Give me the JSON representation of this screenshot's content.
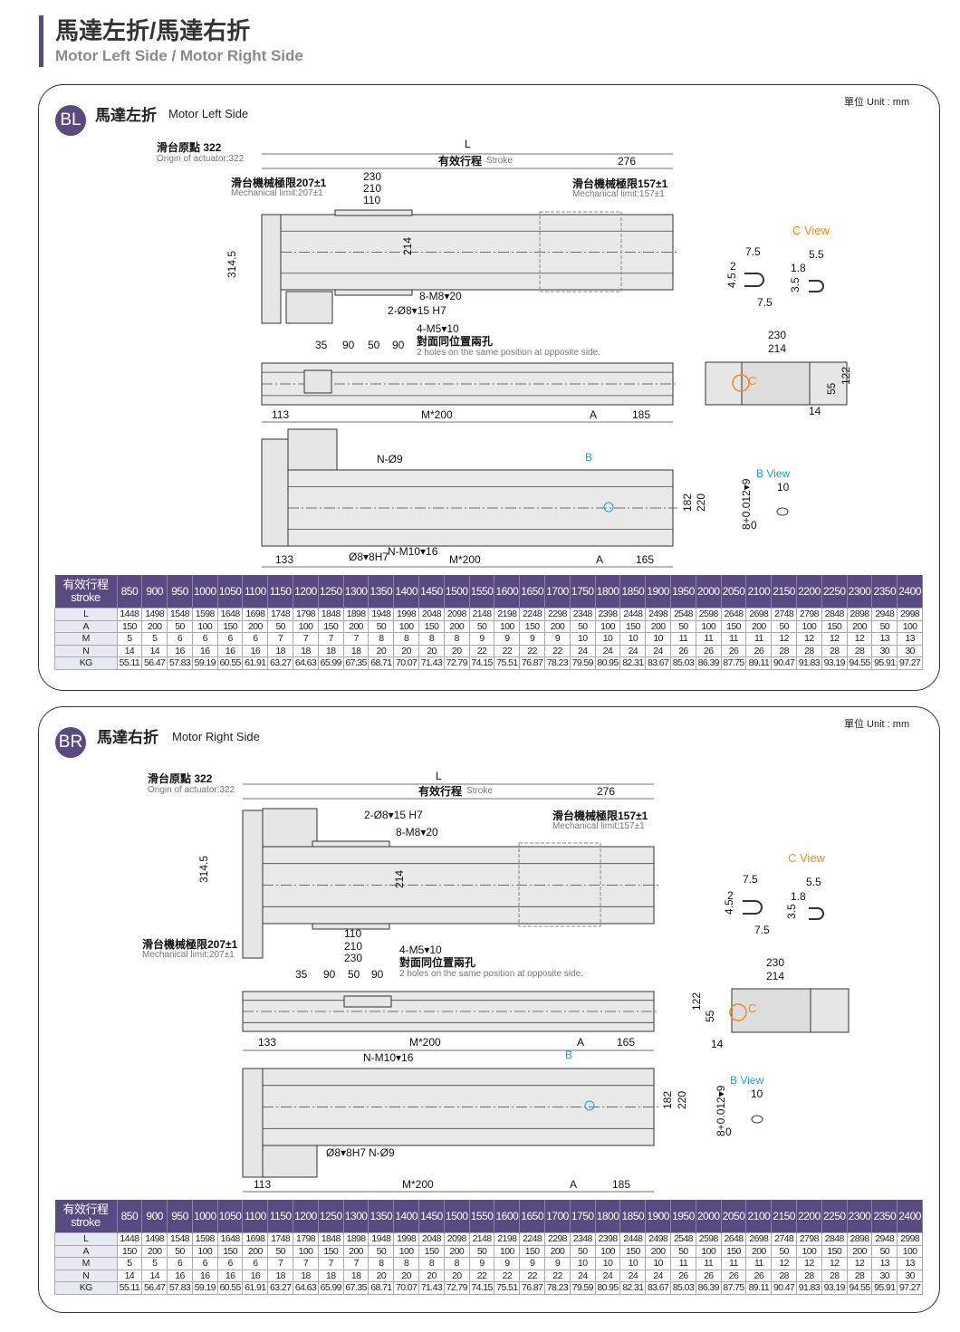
{
  "page": {
    "title": "馬達左折/馬達右折",
    "subtitle": "Motor Left Side / Motor Right Side"
  },
  "colors": {
    "accent": "#5a4a82",
    "c_view": "#f08a1c",
    "b_view": "#1aa0e0"
  },
  "sections": [
    {
      "badge": "BL",
      "title": "馬達左折",
      "subtitle": "Motor Left Side",
      "unit": "單位 Unit : mm",
      "labels": {
        "origin_zh": "滑台原點 322",
        "origin_en": "Origin of actuator:322",
        "L": "L",
        "stroke_zh": "有效行程",
        "stroke_en": "Stroke",
        "d276": "276",
        "mech_left_zh": "滑台機械極限207±1",
        "mech_left_en": "Mechanical limit:207±1",
        "mech_right_zh": "滑台機械極限157±1",
        "mech_right_en": "Mechanical limit:157±1",
        "d230": "230",
        "d210": "210",
        "d110": "110",
        "d314": "314.5",
        "d214": "214",
        "m8": "8-M8▾20",
        "pin": "2-Ø8▾15 H7",
        "m5": "4-M5▾10",
        "opp_zh": "對面同位置兩孔",
        "opp_en": "2 holes on the same position at opposite side.",
        "s35": "35",
        "s90a": "90",
        "s50": "50",
        "s90b": "90",
        "t113": "113",
        "tM200": "M*200",
        "tA": "A",
        "t185": "185",
        "n9": "N-Ø9",
        "B": "B",
        "o8": "Ø8▾8H7",
        "m10": "N-M10▾16",
        "b133": "133",
        "bM200": "M*200",
        "bA": "A",
        "b165": "165",
        "h182": "182",
        "h220": "220",
        "cview": "C View",
        "c75a": "7.5",
        "c2": "2",
        "c45": "4.5",
        "c75b": "7.5",
        "c55": "5.5",
        "c18": "1.8",
        "c35": "3.5",
        "e230": "230",
        "e214": "214",
        "eC": "C",
        "e122": "122",
        "e55": "55",
        "e14": "14",
        "bview": "B View",
        "b10": "10",
        "btol": "8+0.012▾9",
        "btol0": "0"
      }
    },
    {
      "badge": "BR",
      "title": "馬達右折",
      "subtitle": "Motor Right Side",
      "unit": "單位 Unit : mm",
      "labels": {
        "origin_zh": "滑台原點 322",
        "origin_en": "Origin of actuator:322",
        "L": "L",
        "stroke_zh": "有效行程",
        "stroke_en": "Stroke",
        "d276": "276",
        "mech_left_zh": "滑台機械極限207±1",
        "mech_left_en": "Mechanical limit:207±1",
        "mech_right_zh": "滑台機械極限157±1",
        "mech_right_en": "Mechanical limit:157±1",
        "d230": "230",
        "d210": "210",
        "d110": "110",
        "d314": "314.5",
        "d214": "214",
        "m8": "8-M8▾20",
        "pin": "2-Ø8▾15 H7",
        "m5": "4-M5▾10",
        "opp_zh": "對面同位置兩孔",
        "opp_en": "2 holes on the same position at opposite side.",
        "s35": "35",
        "s90a": "90",
        "s50": "50",
        "s90b": "90",
        "t113": "133",
        "tM200": "M*200",
        "tA": "A",
        "t185": "165",
        "n9": "N-M10▾16",
        "B": "B",
        "o8": "Ø8▾8H7",
        "m10": "N-Ø9",
        "b133": "113",
        "bM200": "M*200",
        "bA": "A",
        "b165": "185",
        "h182": "182",
        "h220": "220",
        "cview": "C View",
        "c75a": "7.5",
        "c2": "2",
        "c45": "4.5",
        "c75b": "7.5",
        "c55": "5.5",
        "c18": "1.8",
        "c35": "3.5",
        "e230": "230",
        "e214": "214",
        "eC": "C",
        "e122": "122",
        "e55": "55",
        "e14": "14",
        "bview": "B View",
        "b10": "10",
        "btol": "8+0.012▾9",
        "btol0": "0"
      }
    }
  ],
  "spec_table": {
    "header_zh": "有效行程",
    "header_en": "stroke",
    "strokes": [
      "850",
      "900",
      "950",
      "1000",
      "1050",
      "1100",
      "1150",
      "1200",
      "1250",
      "1300",
      "1350",
      "1400",
      "1450",
      "1500",
      "1550",
      "1600",
      "1650",
      "1700",
      "1750",
      "1800",
      "1850",
      "1900",
      "1950",
      "2000",
      "2050",
      "2100",
      "2150",
      "2200",
      "2250",
      "2300",
      "2350",
      "2400"
    ],
    "rows": [
      {
        "label": "L",
        "values": [
          "1448",
          "1498",
          "1548",
          "1598",
          "1648",
          "1698",
          "1748",
          "1798",
          "1848",
          "1898",
          "1948",
          "1998",
          "2048",
          "2098",
          "2148",
          "2198",
          "2248",
          "2298",
          "2348",
          "2398",
          "2448",
          "2498",
          "2548",
          "2598",
          "2648",
          "2698",
          "2748",
          "2798",
          "2848",
          "2898",
          "2948",
          "2998"
        ]
      },
      {
        "label": "A",
        "values": [
          "150",
          "200",
          "50",
          "100",
          "150",
          "200",
          "50",
          "100",
          "150",
          "200",
          "50",
          "100",
          "150",
          "200",
          "50",
          "100",
          "150",
          "200",
          "50",
          "100",
          "150",
          "200",
          "50",
          "100",
          "150",
          "200",
          "50",
          "100",
          "150",
          "200",
          "50",
          "100"
        ]
      },
      {
        "label": "M",
        "values": [
          "5",
          "5",
          "6",
          "6",
          "6",
          "6",
          "7",
          "7",
          "7",
          "7",
          "8",
          "8",
          "8",
          "8",
          "9",
          "9",
          "9",
          "9",
          "10",
          "10",
          "10",
          "10",
          "11",
          "11",
          "11",
          "11",
          "12",
          "12",
          "12",
          "12",
          "13",
          "13"
        ]
      },
      {
        "label": "N",
        "values": [
          "14",
          "14",
          "16",
          "16",
          "16",
          "16",
          "18",
          "18",
          "18",
          "18",
          "20",
          "20",
          "20",
          "20",
          "22",
          "22",
          "22",
          "22",
          "24",
          "24",
          "24",
          "24",
          "26",
          "26",
          "26",
          "26",
          "28",
          "28",
          "28",
          "28",
          "30",
          "30"
        ]
      },
      {
        "label": "KG",
        "values": [
          "55.11",
          "56.47",
          "57.83",
          "59.19",
          "60.55",
          "61.91",
          "63.27",
          "64.63",
          "65.99",
          "67.35",
          "68.71",
          "70.07",
          "71.43",
          "72.79",
          "74.15",
          "75.51",
          "76.87",
          "78.23",
          "79.59",
          "80.95",
          "82.31",
          "83.67",
          "85.03",
          "86.39",
          "87.75",
          "89.11",
          "90.47",
          "91.83",
          "93.19",
          "94.55",
          "95.91",
          "97.27"
        ]
      }
    ]
  }
}
